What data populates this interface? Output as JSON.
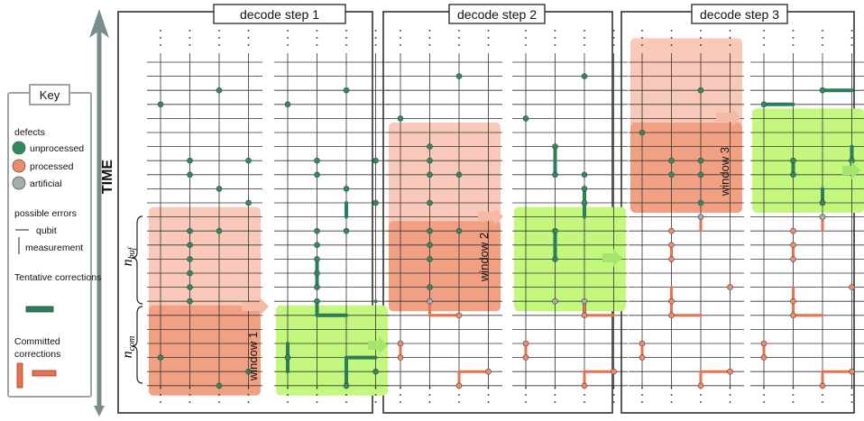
{
  "panels": [
    {
      "title": "decode step 1",
      "window_label": "window 1"
    },
    {
      "title": "decode step 2",
      "window_label": "window 2"
    },
    {
      "title": "decode step 3",
      "window_label": "window 3"
    }
  ],
  "time_label": "TIME",
  "key": {
    "title": "Key",
    "defects_heading": "defects",
    "defect_items": [
      {
        "label": "unprocessed",
        "color": "#2e8b5a"
      },
      {
        "label": "processed",
        "color": "#ef8b68"
      },
      {
        "label": "artificial",
        "color": "#a3adaa"
      }
    ],
    "errors_heading": "possible errors",
    "qubit_label": "qubit",
    "measurement_label": "measurement",
    "tentative_heading": "Tentative corrections",
    "committed_heading_1": "Committed",
    "committed_heading_2": "corrections"
  },
  "n_buf_label": "n",
  "n_buf_sub": "buf",
  "n_com_label": "n",
  "n_com_sub": "com",
  "colors": {
    "unprocessed_defect": "#2e8b5a",
    "processed_defect": "#ef8b68",
    "artificial_defect": "#a3adaa",
    "processed_region": "#f1a084",
    "buffer_region": "#f8c9b8",
    "committed_region": "#c4f77e",
    "tentative_correction": "#2e7d5a",
    "committed_correction": "#e9714d",
    "arrow": "#f5b9a5",
    "arrow_green": "#a6e56b",
    "time_arrow": "#7a8d8d"
  }
}
